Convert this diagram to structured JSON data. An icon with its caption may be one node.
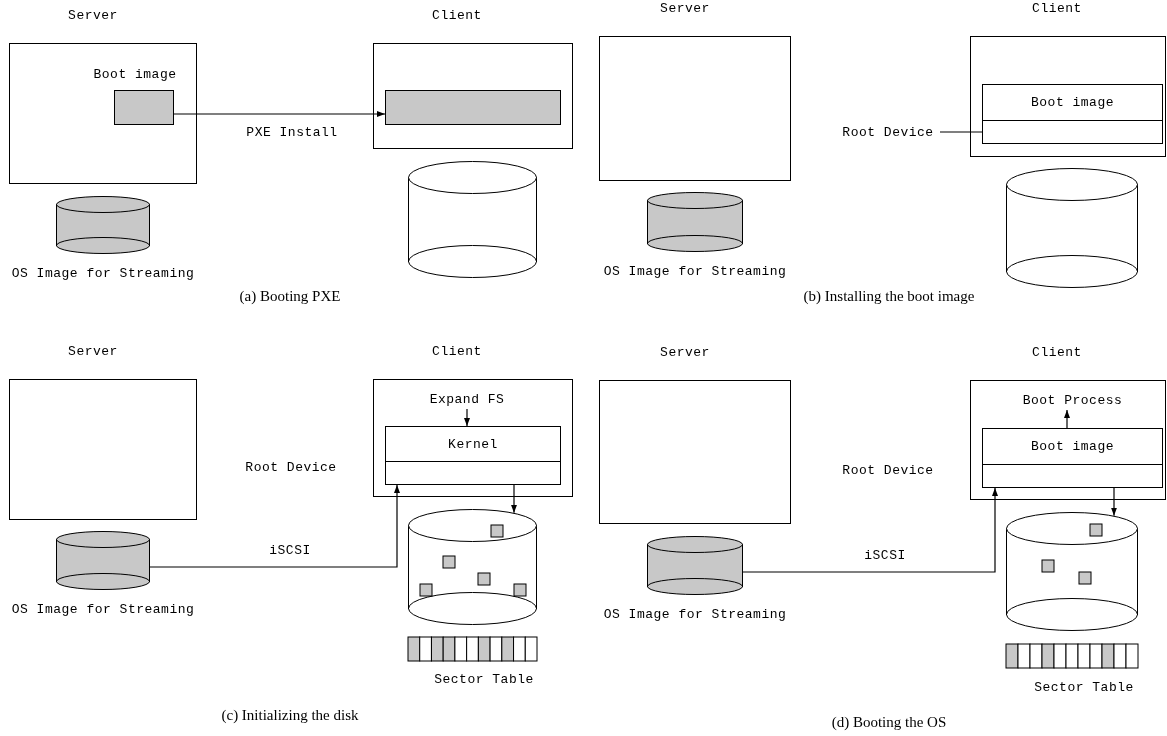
{
  "diagram": {
    "nodes": [
      {
        "text": [
          "Server"
        ]
      },
      {
        "text": [
          "Boot image"
        ],
        "in": 0
      },
      {
        "text": [
          "Client"
        ]
      },
      {
        "text": [],
        "shape": "box",
        "in": 2
      },
      {
        "text": [],
        "shape": "cylinder",
        "beside": [
          "OS Image for Streaming"
        ]
      },
      {
        "text": [],
        "shape": "cylinder"
      },
      {
        "text": [
          "Server"
        ]
      },
      {
        "text": [],
        "shape": "cylinder",
        "beside": [
          "OS Image for Streaming"
        ]
      },
      {
        "text": [
          "Client"
        ]
      },
      {
        "text": [
          "Boot image"
        ],
        "in": 8
      },
      {
        "text": [],
        "shape": "box",
        "in": 9
      },
      {
        "text": [
          "Root Device"
        ]
      },
      {
        "text": [],
        "shape": "cylinder"
      },
      {
        "text": [
          "Server"
        ]
      },
      {
        "text": [],
        "shape": "cylinder",
        "beside": [
          "OS Image for Streaming"
        ]
      },
      {
        "text": [
          "Client"
        ]
      },
      {
        "text": [
          "Expand FS"
        ],
        "in": 15
      },
      {
        "text": [
          "Kernel"
        ],
        "in": 15
      },
      {
        "text": [],
        "shape": "box",
        "in": 17
      },
      {
        "text": [],
        "shape": "cylinder"
      },
      {
        "text": [
          "Server"
        ]
      },
      {
        "text": [],
        "shape": "cylinder",
        "beside": [
          "OS Image for Streaming"
        ]
      },
      {
        "text": [
          "Client"
        ]
      },
      {
        "text": [
          "Boot Process"
        ],
        "in": 22
      },
      {
        "text": [
          "Boot image"
        ],
        "in": 22
      },
      {
        "text": [],
        "shape": "box",
        "in": 24
      },
      {
        "text": [],
        "shape": "cylinder"
      }
    ],
    "edges": [
      {
        "from": 1,
        "to": 3,
        "arrow": "to",
        "label": "PXE Install"
      },
      {
        "from": 11,
        "to": 10,
        "arrow": "none"
      },
      {
        "from": 16,
        "to": 17,
        "arrow": "to"
      },
      {
        "from": 14,
        "to": 18,
        "arrow": "to",
        "label": "iSCSI"
      },
      {
        "from": 18,
        "to": 19,
        "arrow": "to"
      },
      {
        "from": 24,
        "to": 23,
        "arrow": "to"
      },
      {
        "from": 21,
        "to": 25,
        "arrow": "to",
        "label": "iSCSI"
      },
      {
        "from": 25,
        "to": 26,
        "arrow": "to"
      }
    ],
    "labels": [
      "(a) Booting PXE",
      "(b) Installing the boot image",
      "Root Device",
      "Sector Table",
      "(c) Initializing the disk",
      "Root Device",
      "Sector Table",
      "(d) Booting the OS"
    ]
  }
}
